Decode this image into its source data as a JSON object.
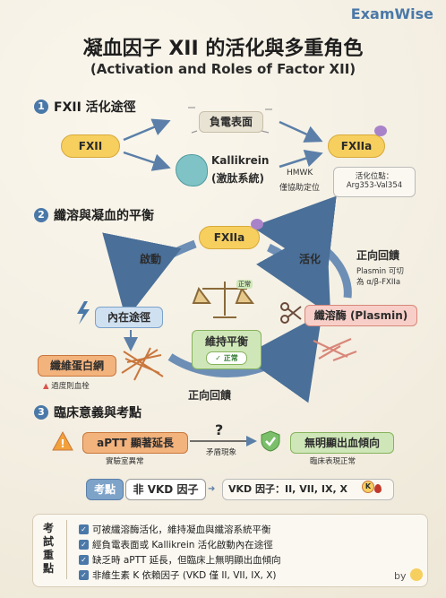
{
  "brand": "ExamWise",
  "title": "凝血因子 XII 的活化與多重角色",
  "subtitle": "(Activation and Roles of Factor XII)",
  "section1": {
    "num": "1",
    "title": "FXII 活化途徑",
    "fxii": "FXII",
    "negative_surface": "負電表面",
    "kallikrein": "Kallikrein",
    "kallikrein_sub": "(激肽系統)",
    "hmwk": "HMWK",
    "hmwk_sub": "僅協助定位",
    "fxiia": "FXIIa",
    "site_label": "活化位點：",
    "site_value": "Arg353-Val354"
  },
  "section2": {
    "num": "2",
    "title": "纖溶與凝血的平衡",
    "fxiia": "FXIIa",
    "start_label": "啟動",
    "activate_label": "活化",
    "positive_feedback_top": "正向回饋",
    "plasmin_note_1": "Plasmin 可切",
    "plasmin_note_2": "為 α/β-FXIIa",
    "intrinsic": "內在途徑",
    "balance_tag": "正常",
    "plasmin": "纖溶酶 (Plasmin)",
    "maintain": "維持平衡",
    "maintain_badge": "正常",
    "fibrin": "纖維蛋白網",
    "fibrin_warning": "過度則血栓",
    "positive_feedback_bottom": "正向回饋"
  },
  "section3": {
    "num": "3",
    "title": "臨床意義與考點",
    "aptt": "aPTT 顯著延長",
    "aptt_sub": "實驗室異常",
    "question": "?",
    "paradox": "矛盾現象",
    "no_bleeding": "無明顯出血傾向",
    "no_bleeding_sub": "臨床表現正常",
    "exam_point": "考點",
    "non_vkd": "非 VKD 因子",
    "vkd": "VKD 因子：II, VII, IX, X",
    "vkd_badge": "K"
  },
  "footer": {
    "label": "考試重點",
    "items": [
      "可被纖溶酶活化，維持凝血與纖溶系統平衡",
      "經負電表面或 Kallikrein 活化啟動內在途徑",
      "缺乏時 aPTT 延長，但臨床上無明顯出血傾向",
      "非維生素 K 依賴因子 (VKD 僅 II, VII, IX, X)"
    ],
    "by": "by"
  },
  "colors": {
    "accent": "#4a78a8",
    "factor_yellow": "#f6cf5f",
    "plasmin_pink": "#f7cfc8",
    "balance_green": "#cfe7b8",
    "fibrin_orange": "#f3b37d",
    "warning_red": "#d9534f"
  }
}
